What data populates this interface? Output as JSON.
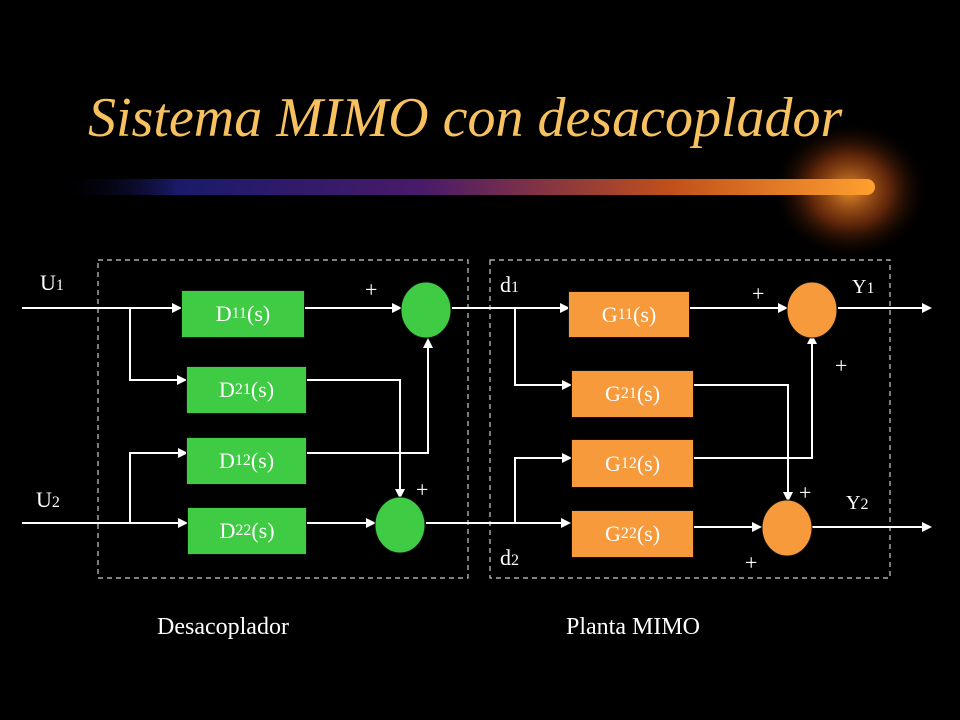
{
  "title": "Sistema MIMO con desacoplador",
  "inputs": {
    "u1": "U",
    "u1_sub": "1",
    "u2": "U",
    "u2_sub": "2"
  },
  "decoupler_blocks": [
    {
      "name": "D",
      "sub": "11",
      "arg": "(s)"
    },
    {
      "name": "D",
      "sub": "21",
      "arg": "(s)"
    },
    {
      "name": "D",
      "sub": "12",
      "arg": "(s)"
    },
    {
      "name": "D",
      "sub": "22",
      "arg": "(s)"
    }
  ],
  "plant_blocks": [
    {
      "name": "G",
      "sub": "11",
      "arg": "(s)"
    },
    {
      "name": "G",
      "sub": "21",
      "arg": "(s)"
    },
    {
      "name": "G",
      "sub": "12",
      "arg": "(s)"
    },
    {
      "name": "G",
      "sub": "22",
      "arg": "(s)"
    }
  ],
  "signals": {
    "d1": "d",
    "d1_sub": "1",
    "d2": "d",
    "d2_sub": "2",
    "y1": "Y",
    "y1_sub": "1",
    "y2": "Y",
    "y2_sub": "2"
  },
  "signs": {
    "plus": "+"
  },
  "captions": {
    "left": "Desacoplador",
    "right": "Planta MIMO"
  },
  "colors": {
    "decoupler": "#3fcb44",
    "plant": "#f79a3c",
    "title": "#f7c15f",
    "background": "#000000"
  }
}
